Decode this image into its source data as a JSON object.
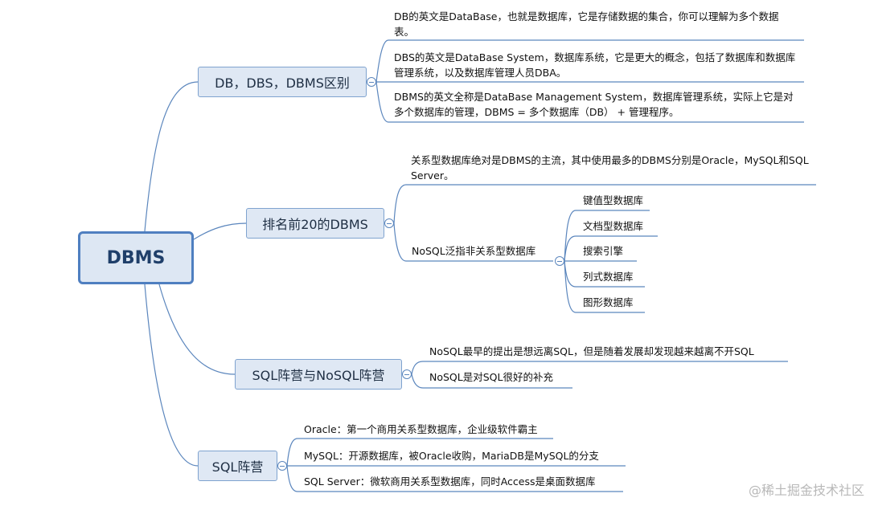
{
  "root": {
    "label": "DBMS"
  },
  "branches": [
    {
      "label": "DB，DBS，DBMS区别",
      "items": [
        {
          "text": "DB的英文是DataBase，也就是数据库，它是存储数据的集合，你可以理解为多个数据表。"
        },
        {
          "text": "DBS的英文是DataBase System，数据库系统，它是更大的概念，包括了数据库和数据库管理系统，以及数据库管理人员DBA。"
        },
        {
          "text": "DBMS的英文全称是DataBase Management System，数据库管理系统，实际上它是对多个数据库的管理，DBMS = 多个数据库（DB） + 管理程序。"
        }
      ]
    },
    {
      "label": "排名前20的DBMS",
      "items": [
        {
          "text": "关系型数据库绝对是DBMS的主流，其中使用最多的DBMS分别是Oracle，MySQL和SQL Server。"
        },
        {
          "text": "NoSQL泛指非关系型数据库",
          "children": [
            "键值型数据库",
            "文档型数据库",
            "搜索引擎",
            "列式数据库",
            "图形数据库"
          ]
        }
      ]
    },
    {
      "label": "SQL阵营与NoSQL阵营",
      "items": [
        {
          "text": "NoSQL最早的提出是想远离SQL，但是随着发展却发现越来越离不开SQL"
        },
        {
          "text": "NoSQL是对SQL很好的补充"
        }
      ]
    },
    {
      "label": "SQL阵营",
      "items": [
        {
          "text": "Oracle：第一个商用关系型数据库，企业级软件霸主"
        },
        {
          "text": "MySQL：开源数据库，被Oracle收购，MariaDB是MySQL的分支"
        },
        {
          "text": "SQL Server：微软商用关系型数据库，同时Access是桌面数据库"
        }
      ]
    }
  ],
  "watermark": "@稀土掘金技术社区",
  "colors": {
    "connector": "#5b86bd",
    "branch_fill": "#dfe8f4",
    "root_border": "#4f7fc0"
  }
}
